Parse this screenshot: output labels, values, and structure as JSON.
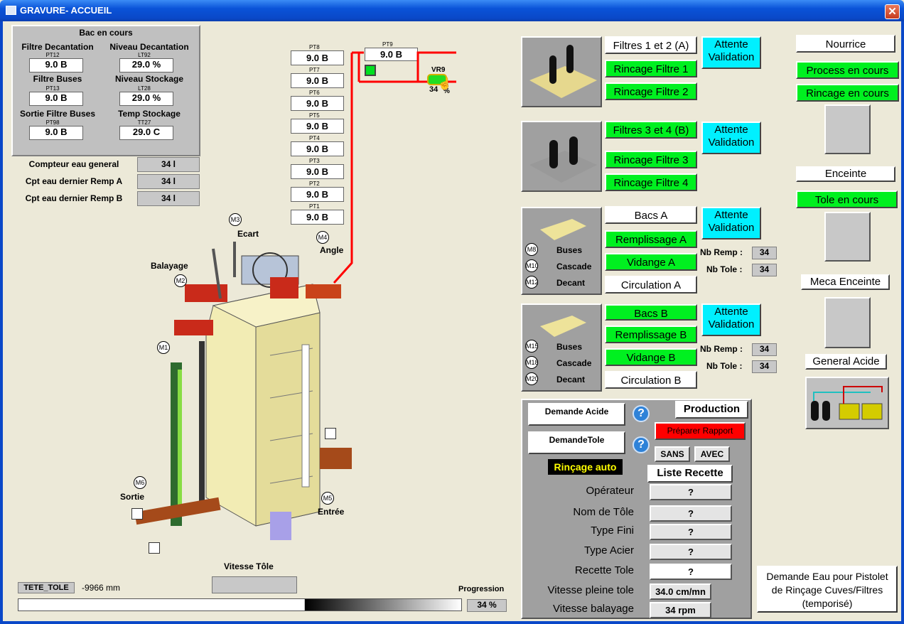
{
  "window": {
    "title": "GRAVURE- ACCUEIL"
  },
  "bac": {
    "title": "Bac en cours",
    "items": [
      {
        "label": "Filtre Decantation",
        "tag": "PT12",
        "value": "9.0 B"
      },
      {
        "label": "Niveau Decantation",
        "tag": "LT92",
        "value": "29.0 %"
      },
      {
        "label": "Filtre Buses",
        "tag": "PT13",
        "value": "9.0 B"
      },
      {
        "label": "Niveau Stockage",
        "tag": "LT28",
        "value": "29.0 %"
      },
      {
        "label": "Sortie Filtre Buses",
        "tag": "PT98",
        "value": "9.0 B"
      },
      {
        "label": "Temp Stockage",
        "tag": "TT27",
        "value": "29.0 C"
      }
    ]
  },
  "counters": [
    {
      "label": "Compteur eau general",
      "value": "34 l"
    },
    {
      "label": "Cpt eau dernier Remp A",
      "value": "34 l"
    },
    {
      "label": "Cpt eau dernier Remp B",
      "value": "34 l"
    }
  ],
  "pressures": [
    {
      "tag": "PT8",
      "value": "9.0 B"
    },
    {
      "tag": "PT7",
      "value": "9.0 B"
    },
    {
      "tag": "PT6",
      "value": "9.0 B"
    },
    {
      "tag": "PT5",
      "value": "9.0 B"
    },
    {
      "tag": "PT4",
      "value": "9.0 B"
    },
    {
      "tag": "PT3",
      "value": "9.0 B"
    },
    {
      "tag": "PT2",
      "value": "9.0 B"
    },
    {
      "tag": "PT1",
      "value": "9.0 B"
    }
  ],
  "pt9": {
    "tag": "PT9",
    "value": "9.0 B"
  },
  "vr9": {
    "tag": "VR9",
    "value": "34",
    "unit": "%"
  },
  "machine_labels": {
    "m3": "M3",
    "ecart": "Ecart",
    "m4": "M4",
    "angle": "Angle",
    "balayage": "Balayage",
    "m2": "M2",
    "m1": "M1",
    "m6": "M6",
    "sortie": "Sortie",
    "m5": "M5",
    "entree": "Entrée"
  },
  "filters12": {
    "title": "Filtres 1 et 2 (A)",
    "status": "Attente Validation",
    "r1": "Rincage Filtre 1",
    "r2": "Rincage Filtre 2"
  },
  "filters34": {
    "title": "Filtres 3 et 4 (B)",
    "status": "Attente Validation",
    "r1": "Rincage Filtre 3",
    "r2": "Rincage Filtre 4"
  },
  "bacsA": {
    "title": "Bacs A",
    "status": "Attente Validation",
    "fill": "Remplissage A",
    "drain": "Vidange A",
    "circ": "Circulation A",
    "m_buses": "M8",
    "buses": "Buses",
    "m_cascade": "M10",
    "cascade": "Cascade",
    "m_decant": "M12",
    "decant": "Decant",
    "nb_remp_label": "Nb Remp :",
    "nb_remp": "34",
    "nb_tole_label": "Nb Tole :",
    "nb_tole": "34"
  },
  "bacsB": {
    "title": "Bacs B",
    "status": "Attente Validation",
    "fill": "Remplissage B",
    "drain": "Vidange B",
    "circ": "Circulation B",
    "m_buses": "M15",
    "buses": "Buses",
    "m_cascade": "M18",
    "cascade": "Cascade",
    "m_decant": "M20",
    "decant": "Decant",
    "nb_remp_label": "Nb Remp :",
    "nb_remp": "34",
    "nb_tole_label": "Nb Tole :",
    "nb_tole": "34"
  },
  "nourrice": {
    "title": "Nourrice",
    "process": "Process en cours",
    "rincage": "Rincage en cours"
  },
  "enceinte": {
    "title": "Enceinte",
    "tole": "Tole en cours"
  },
  "meca": {
    "title": "Meca Enceinte"
  },
  "acide": {
    "title": "General Acide"
  },
  "production": {
    "demande_acide": "Demande Acide",
    "demande_tole": "DemandeTole",
    "rincage_auto": "Rinçage auto",
    "title": "Production",
    "preparer": "Préparer Rapport",
    "sans": "SANS",
    "avec": "AVEC",
    "liste": "Liste Recette",
    "rows": [
      {
        "label": "Opérateur",
        "value": "?"
      },
      {
        "label": "Nom de Tôle",
        "value": "?"
      },
      {
        "label": "Type Fini",
        "value": "?"
      },
      {
        "label": "Type Acier",
        "value": "?"
      },
      {
        "label": "Recette Tole",
        "value": "?"
      },
      {
        "label": "Vitesse pleine tole",
        "value": "34.0 cm/mn"
      },
      {
        "label": "Vitesse balayage",
        "value": "34 rpm"
      }
    ]
  },
  "demande_eau": "Demande Eau pour Pistolet de Rinçage Cuves/Filtres (temporisé)",
  "bottom": {
    "tete_label": "TETE_TOLE",
    "tete_value": "-9966 mm",
    "vitesse_label": "Vitesse Tôle",
    "progression_label": "Progression",
    "progression": "34 %",
    "progress_fraction": 0.34
  },
  "colors": {
    "green": "#00f020",
    "cyan": "#00f0ff",
    "red": "#ff0000",
    "gray_panel": "#c0c0c0"
  }
}
